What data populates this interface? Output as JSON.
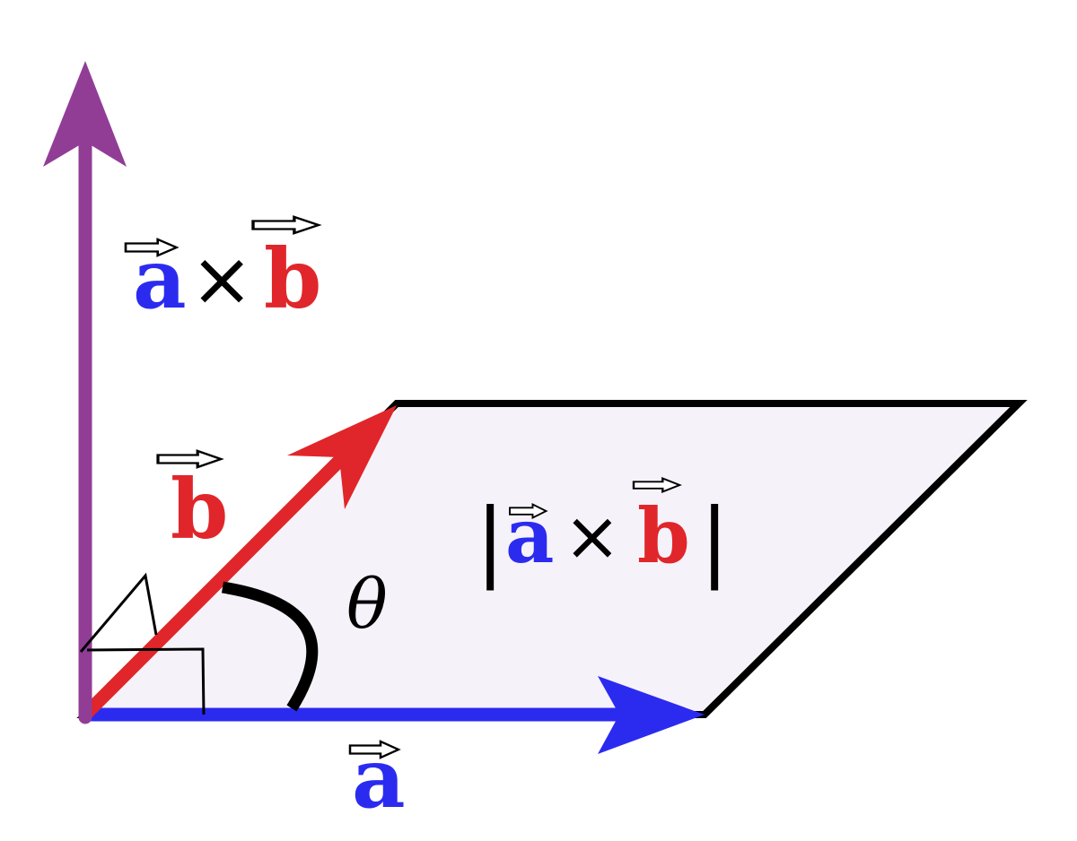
{
  "colors": {
    "vector_a": "#2b2bf0",
    "vector_b": "#e0262a",
    "cross_product": "#913d96",
    "parallelogram_fill": "#f6f2fa",
    "outline": "#000000"
  },
  "labels": {
    "a_letter": "a",
    "b_letter": "b",
    "cross_op": "×",
    "abs_bar_open": "|",
    "abs_bar_close": "|",
    "angle": "θ"
  }
}
